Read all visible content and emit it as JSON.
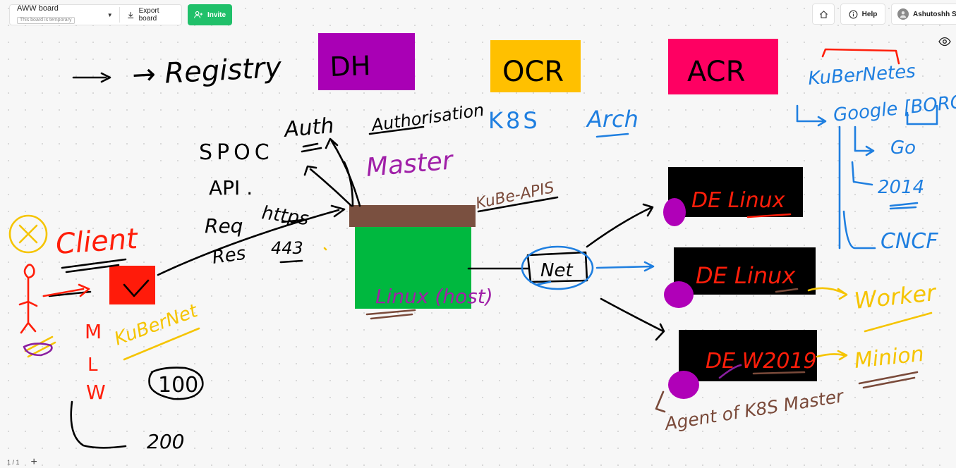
{
  "toolbar": {
    "board_name": "AWW board",
    "board_note": "This board is temporary",
    "export_label": "Export board",
    "invite_label": "Invite",
    "help_label": "Help",
    "user_name": "Ashutoshh Singh"
  },
  "footer": {
    "page_indicator": "1 / 1"
  },
  "sticky_notes": [
    {
      "label": "DH",
      "color": "#a900b5"
    },
    {
      "label": "OCR",
      "color": "#ffc000"
    },
    {
      "label": "ACR",
      "color": "#fe0062"
    }
  ],
  "shape_colors": {
    "client_box": "#ff1b0a",
    "master_top": "#7a5040",
    "master_body": "#00b83f",
    "worker_box": "#000000",
    "agent_dot": "#b000b8"
  },
  "handwriting": {
    "registry": "→ Registry",
    "spoc": "SPOC",
    "api": "API .",
    "auth": "Auth",
    "authorisation": "Authorisation",
    "req": "Req",
    "https": "https",
    "res": "Res",
    "port": "443",
    "master": "Master",
    "kube_apis": "KuBe-APIS",
    "linux_host": "Linux (host)",
    "k8s": "K8S",
    "arch": "Arch",
    "client": "Client",
    "kubernet": "KuBerNet",
    "mlw": [
      "M",
      "L",
      "W"
    ],
    "hundred": "100",
    "two_hundred": "200",
    "net": "Net",
    "de_linux_1": "DE Linux",
    "de_linux_2": "DE Linux",
    "de_w2019": "DE W2019",
    "agent": "Agent of K8S Master",
    "worker": "Worker",
    "minion": "Minion",
    "kubernetes": "KuBerNetes",
    "google": "Google [BORG]",
    "go": "Go",
    "year": "2014",
    "cncf": "CNCF"
  }
}
